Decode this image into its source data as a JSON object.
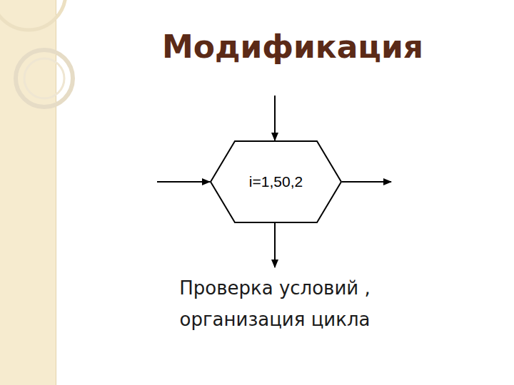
{
  "diagram": {
    "title": "Модификация",
    "nodes": [
      {
        "text": [
          "i=1,50,2"
        ]
      }
    ],
    "caption": "Проверка условий , организация цикла"
  }
}
